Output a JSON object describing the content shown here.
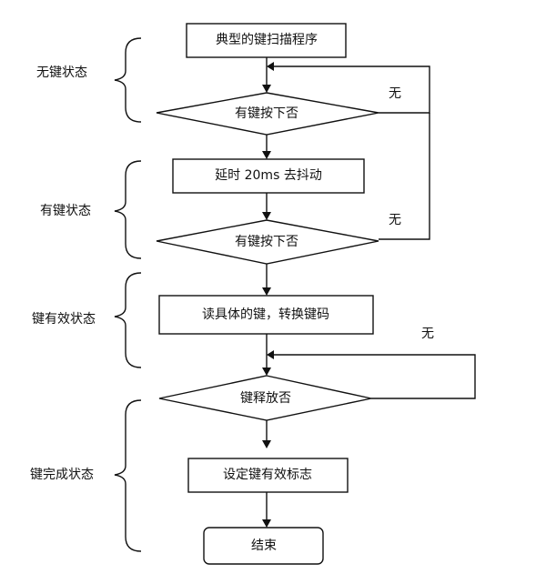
{
  "flowchart": {
    "start": "典型的键扫描程序",
    "check1": "有键按下否",
    "delay": "延时 20ms 去抖动",
    "check2": "有键按下否",
    "read": "读具体的键，转换键码",
    "release": "键释放否",
    "set_flag": "设定键有效标志",
    "end": "结束",
    "no_label_1": "无",
    "no_label_2": "无",
    "no_label_3": "无"
  },
  "states": {
    "no_key": "无键状态",
    "has_key": "有键状态",
    "key_valid": "键有效状态",
    "key_done": "键完成状态"
  }
}
